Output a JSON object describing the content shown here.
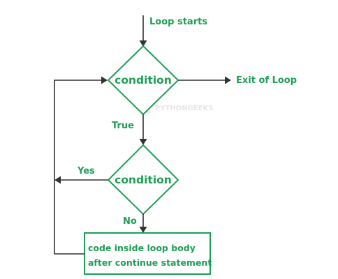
{
  "flowchart": {
    "start_label": "Loop starts",
    "exit_label": "Exit of Loop",
    "condition_1": "condition",
    "condition_2": "condition",
    "true_label": "True",
    "yes_label": "Yes",
    "no_label": "No",
    "body_line_1": "code inside loop body",
    "body_line_2": "after continue statement"
  },
  "watermark": {
    "text": "PYTHONGEEKS"
  },
  "colors": {
    "label_green": "#1e9e55",
    "shape_outline": "#1e9e55",
    "connector": "#333333",
    "background": "#ffffff"
  }
}
